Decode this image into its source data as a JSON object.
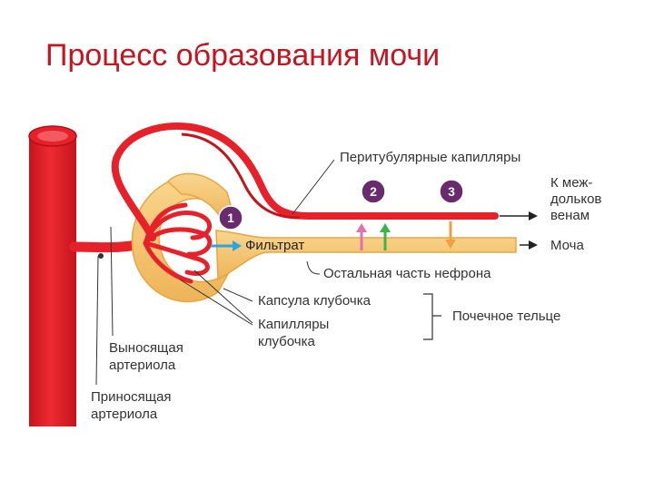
{
  "title": "Процесс образования мочи",
  "colors": {
    "blood": "#e8202a",
    "blood_dark": "#c4141c",
    "nephron": "#f7c873",
    "nephron_edge": "#e8a640",
    "marker": "#6a2a6e",
    "arrow_filtrate": "#2aa7e0",
    "arrow_reabsorb_pink": "#e070b0",
    "arrow_reabsorb_green": "#3cb44a",
    "arrow_secretion": "#f0a040",
    "title_color": "#c8141e"
  },
  "markers": [
    "1",
    "2",
    "3"
  ],
  "labels": {
    "peritubular": "Перитубулярные капилляры",
    "to_veins_1": "К меж-",
    "to_veins_2": "дольков",
    "to_veins_3": "венам",
    "filtrate": "Фильтрат",
    "urine": "Моча",
    "rest_nephron": "Остальная часть нефрона",
    "capsule": "Капсула клубочка",
    "capillaries_1": "Капилляры",
    "capillaries_2": "клубочка",
    "renal_body": "Почечное тельце",
    "efferent_1": "Выносящая",
    "efferent_2": "артериола",
    "afferent_1": "Приносящая",
    "afferent_2": "артериола"
  }
}
